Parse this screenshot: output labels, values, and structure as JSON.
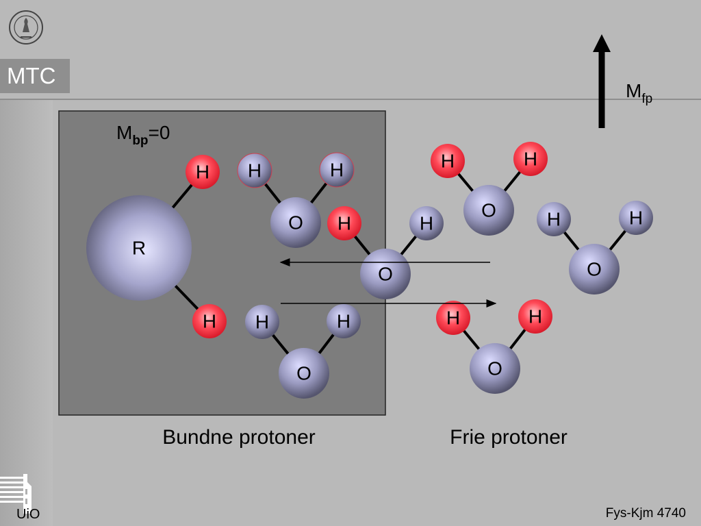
{
  "header": {
    "section_label": "MTC",
    "seal_icon": "university-seal-icon"
  },
  "diagram": {
    "bound_magnetization": {
      "symbol": "M",
      "subscript": "bp",
      "value": "=0"
    },
    "free_magnetization": {
      "symbol": "M",
      "subscript": "fp"
    },
    "bound_label": "Bundne protoner",
    "free_label": "Frie protoner",
    "macromolecule_label": "R",
    "hydrogen_label": "H",
    "oxygen_label": "O",
    "colors": {
      "box_fill": "#7d7d7d",
      "hydrogen_bound": "#ff3040",
      "atom_base": "#6a6a84",
      "atom_highlight": "#dcdcff"
    }
  },
  "footer": {
    "logo_text": "UiO",
    "course": "Fys-Kjm 4740"
  }
}
